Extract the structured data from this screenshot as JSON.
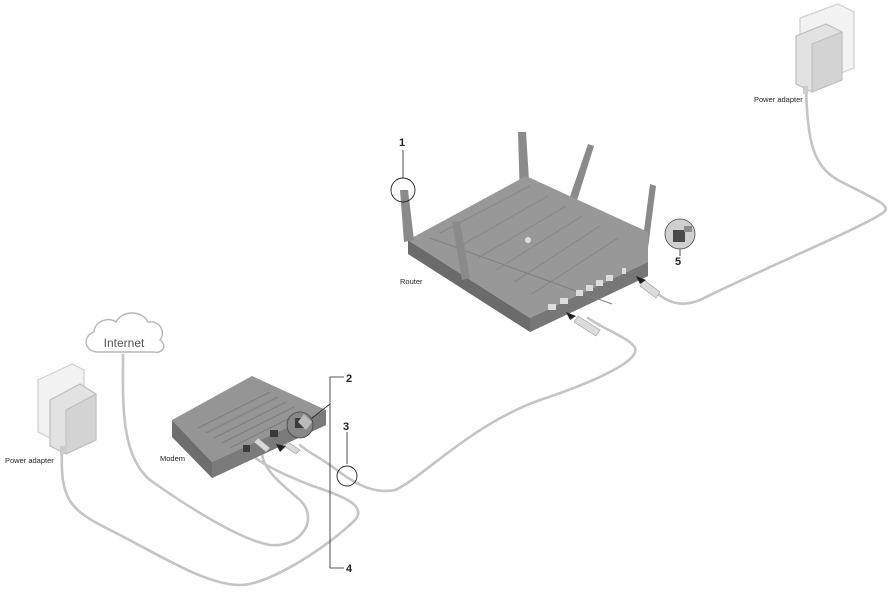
{
  "labels": {
    "internet": "Internet",
    "modem": "Modem",
    "router": "Router",
    "power_adapter_left": "Power adapter",
    "power_adapter_right": "Power adapter"
  },
  "callouts": {
    "c1": "1",
    "c2": "2",
    "c3": "3",
    "c4": "4",
    "c5": "5"
  },
  "colors": {
    "device_body": "#8a8a8a",
    "device_top": "#9c9c9c",
    "device_dark": "#5e5e5e",
    "cable": "#c4c4c4",
    "adapter": "#eeeeee"
  }
}
